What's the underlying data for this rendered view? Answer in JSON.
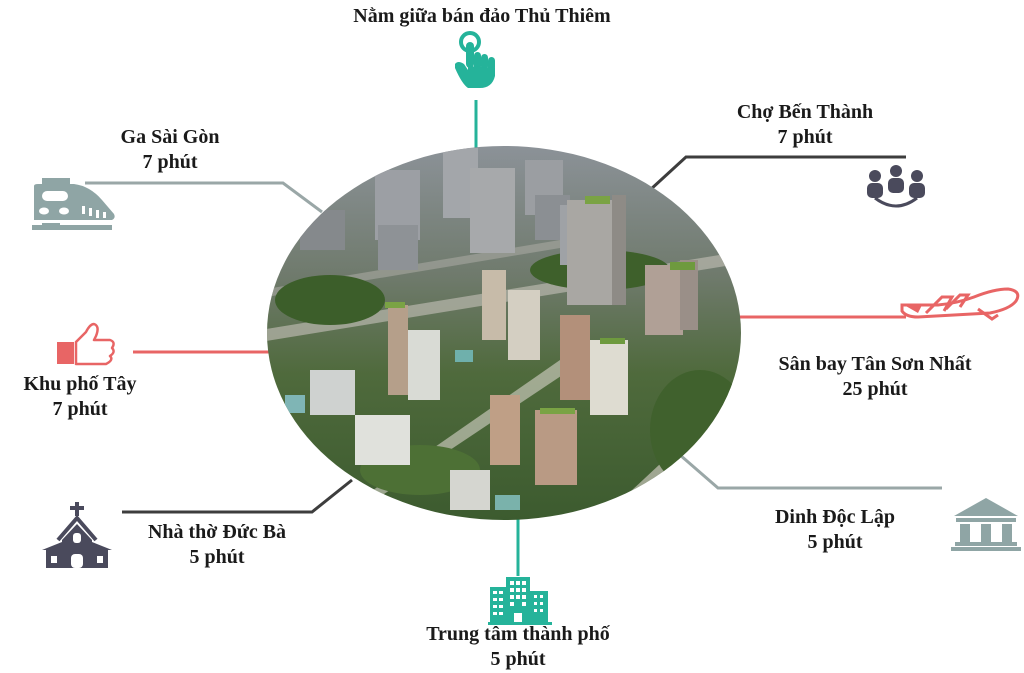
{
  "title": "Nằm giữa bán đảo Thủ Thiêm",
  "colors": {
    "teal": "#25b39a",
    "gray_green": "#8fa5a5",
    "dark_slate": "#4a4a5c",
    "coral": "#e86565",
    "line_dark": "#3d3d3d",
    "line_gray": "#9aa7a7"
  },
  "center_image": {
    "description": "aerial rendering of modern city district with towers and greenery",
    "shape": "ellipse"
  },
  "locations": [
    {
      "id": "top",
      "name": "Nằm giữa bán đảo Thủ Thiêm",
      "time": "",
      "icon": "pointing-hand-icon"
    },
    {
      "id": "ga-sai-gon",
      "name": "Ga Sài Gòn",
      "time": "7 phút",
      "icon": "train-icon"
    },
    {
      "id": "cho-ben-thanh",
      "name": "Chợ Bến Thành",
      "time": "7 phút",
      "icon": "people-group-icon"
    },
    {
      "id": "khu-pho-tay",
      "name": "Khu phố Tây",
      "time": "7 phút",
      "icon": "thumbs-up-icon"
    },
    {
      "id": "san-bay",
      "name": "Sân bay Tân Sơn Nhất",
      "time": "25 phút",
      "icon": "airplane-icon"
    },
    {
      "id": "nha-tho",
      "name": "Nhà thờ Đức Bà",
      "time": "5 phút",
      "icon": "church-icon"
    },
    {
      "id": "dinh-doc-lap",
      "name": "Dinh Độc Lập",
      "time": "5 phút",
      "icon": "government-building-icon"
    },
    {
      "id": "trung-tam",
      "name": "Trung tâm thành phố",
      "time": "5 phút",
      "icon": "office-buildings-icon"
    }
  ]
}
